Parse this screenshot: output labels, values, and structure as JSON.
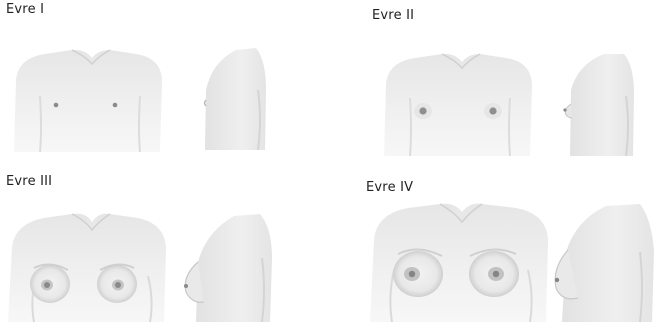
{
  "stages": [
    {
      "label": "Evre I"
    },
    {
      "label": "Evre II"
    },
    {
      "label": "Evre III"
    },
    {
      "label": "Evre IV"
    }
  ],
  "colors": {
    "skin_light": "#f1f1f1",
    "skin_mid": "#dedede",
    "skin_shadow": "#c9c9c9",
    "areola": "#b5b5b5",
    "nipple": "#8a8a8a",
    "text": "#222222"
  }
}
